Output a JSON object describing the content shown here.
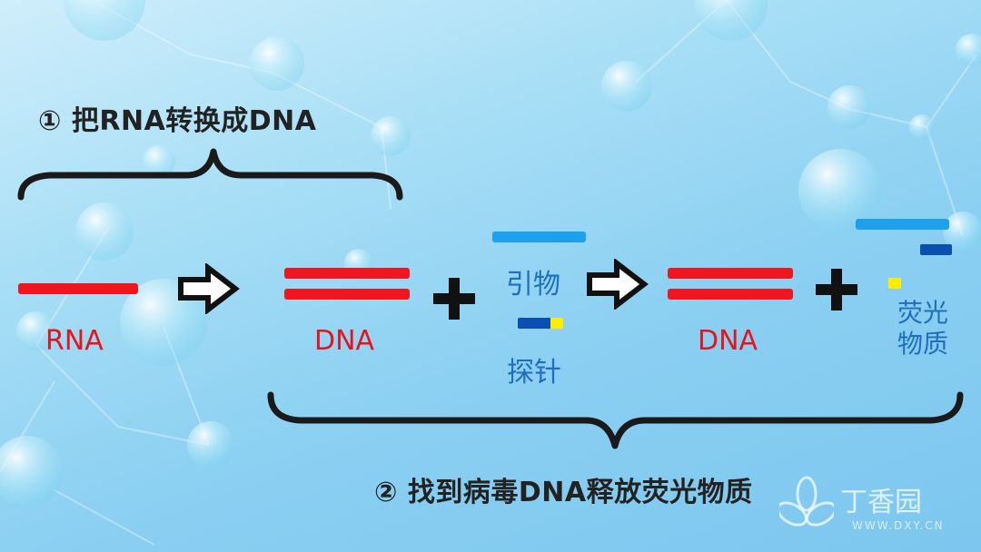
{
  "step1": {
    "number": "①",
    "title": "把RNA转换成DNA"
  },
  "step2": {
    "number": "②",
    "title": "找到病毒DNA释放荧光物质"
  },
  "labels": {
    "rna": "RNA",
    "dna_1": "DNA",
    "primer": "引物",
    "probe": "探针",
    "dna_2": "DNA",
    "fluor_line1": "荧光",
    "fluor_line2": "物质"
  },
  "watermark": {
    "name": "丁香园",
    "url": "WWW.DXY.CN"
  },
  "colors": {
    "strand_red": "#f01620",
    "primer_blue": "#1ea0ee",
    "probe_blue": "#0b4fb3",
    "fluor_yellow": "#ffee00",
    "label_red": "#e8141b",
    "label_blue": "#1f6fbf"
  }
}
